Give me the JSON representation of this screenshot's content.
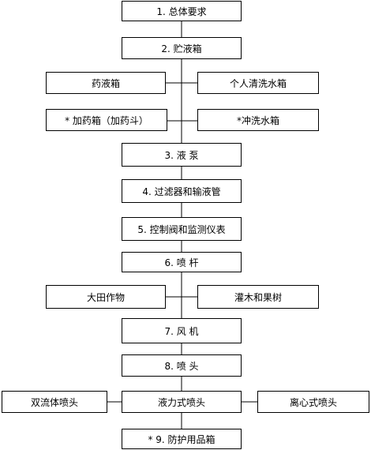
{
  "diagram": {
    "nodes": {
      "n1": "1. 总体要求",
      "n2": "2. 贮液箱",
      "yaoyexiang": "药液箱",
      "gerenqingxi": "个人清洗水箱",
      "jiayaoxiang": "* 加药箱（加药斗）",
      "chongxi": "*冲洗水箱",
      "n3": "3. 液 泵",
      "n4": "4. 过滤器和输液管",
      "n5": "5. 控制阀和监测仪表",
      "n6": "6. 喷 杆",
      "datian": "大田作物",
      "guanmu": "灌木和果树",
      "n7": "7. 风 机",
      "n8": "8. 喷 头",
      "shuangliuti": "双流体喷头",
      "yelishi": "液力式喷头",
      "lixinshi": "离心式喷头",
      "n9": "* 9. 防护用品箱"
    }
  }
}
